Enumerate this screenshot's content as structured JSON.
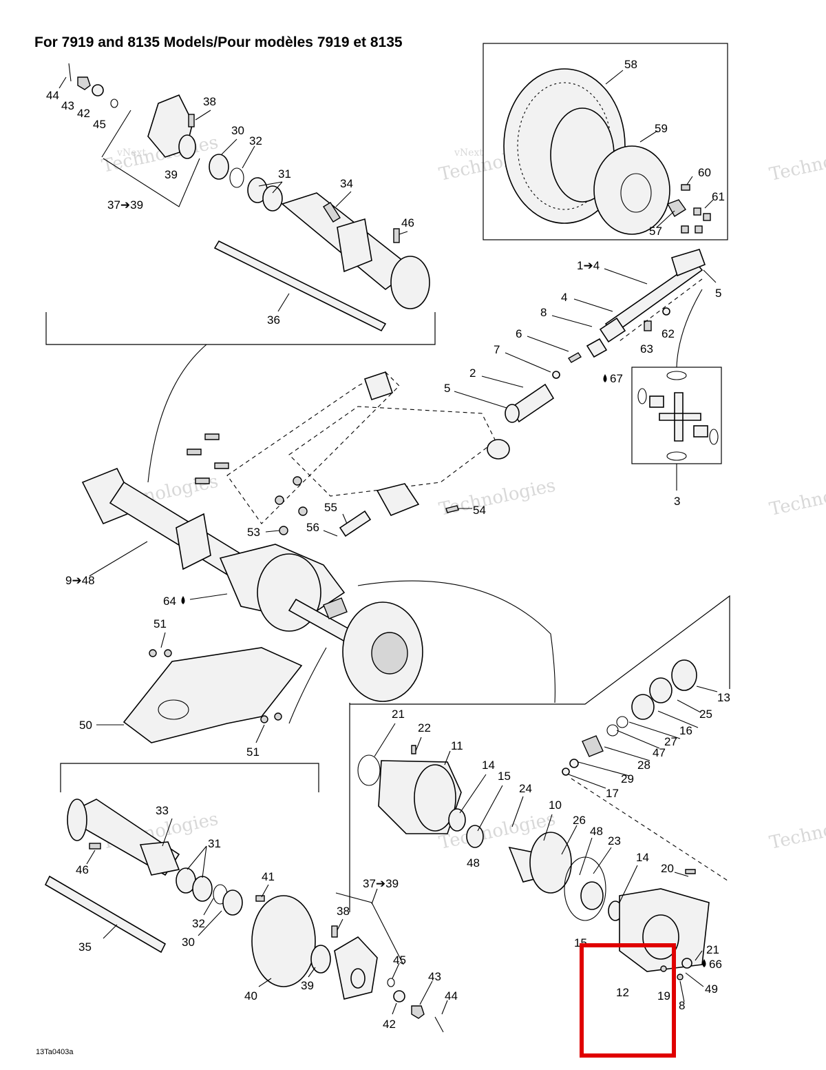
{
  "title": "For 7919 and 8135 Models/Pour modèles 7919 et 8135",
  "reference_code": "13Ta0403a",
  "highlight_color": "#e00000",
  "watermark": [
    "vNext",
    "Technologies"
  ],
  "labels": {
    "p58": "58",
    "p59": "59",
    "p60": "60",
    "p61": "61",
    "p57": "57",
    "p1to4": "1➔4",
    "p4a": "4",
    "p5a": "5",
    "p8a": "8",
    "p63": "63",
    "p62": "62",
    "p6": "6",
    "p7": "7",
    "p67": "67",
    "p2": "2",
    "p5b": "5",
    "p3": "3",
    "p44a": "44",
    "p43a": "43",
    "p42a": "42",
    "p45a": "45",
    "p38a": "38",
    "p30a": "30",
    "p32a": "32",
    "p31a": "31",
    "p39a": "39",
    "p37to39a": "37➔39",
    "p34": "34",
    "p46a": "46",
    "p36": "36",
    "p55": "55",
    "p56": "56",
    "p53": "53",
    "p54": "54",
    "p9to48": "9➔48",
    "p64": "64",
    "p51a": "51",
    "p50": "50",
    "p51b": "51",
    "p21a": "21",
    "p22": "22",
    "p11": "11",
    "p14a": "14",
    "p15a": "15",
    "p24": "24",
    "p10": "10",
    "p26": "26",
    "p48a": "48",
    "p23": "23",
    "p48b": "48",
    "p14b": "14",
    "p20": "20",
    "p15b": "15",
    "p21b": "21",
    "p66": "66",
    "p49": "49",
    "p12": "12",
    "p19": "19",
    "p8b": "8",
    "p13": "13",
    "p25": "25",
    "p16": "16",
    "p27": "27",
    "p47": "47",
    "p28": "28",
    "p29": "29",
    "p17": "17",
    "p33": "33",
    "p31b": "31",
    "p46b": "46",
    "p32b": "32",
    "p30b": "30",
    "p35": "35",
    "p41": "41",
    "p37to39b": "37➔39",
    "p38b": "38",
    "p45b": "45",
    "p43b": "43",
    "p44b": "44",
    "p39b": "39",
    "p42b": "42",
    "p40": "40"
  }
}
